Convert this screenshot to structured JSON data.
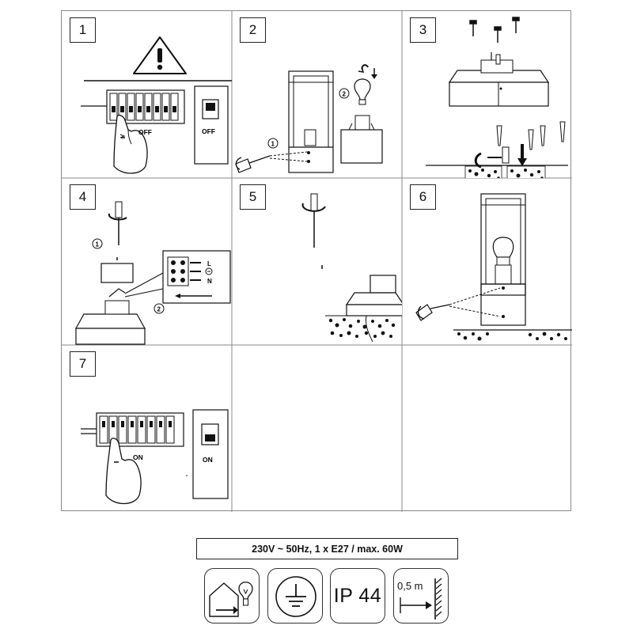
{
  "steps": [
    {
      "number": "1",
      "labels": [
        "OFF",
        "OFF"
      ]
    },
    {
      "number": "2",
      "markers": [
        "1",
        "2"
      ]
    },
    {
      "number": "3"
    },
    {
      "number": "4",
      "markers": [
        "1",
        "2"
      ],
      "terminals": [
        "L",
        "N"
      ]
    },
    {
      "number": "5"
    },
    {
      "number": "6"
    },
    {
      "number": "7",
      "labels": [
        "ON",
        "ON"
      ]
    }
  ],
  "spec_text": "230V ~ 50Hz, 1 x E27 / max. 60W",
  "icons": [
    {
      "name": "indoor-lamp-icon"
    },
    {
      "name": "ground-connection-icon"
    },
    {
      "name": "ip-rating-icon",
      "text": "IP 44"
    },
    {
      "name": "wall-distance-icon",
      "text": "0,5 m"
    }
  ]
}
